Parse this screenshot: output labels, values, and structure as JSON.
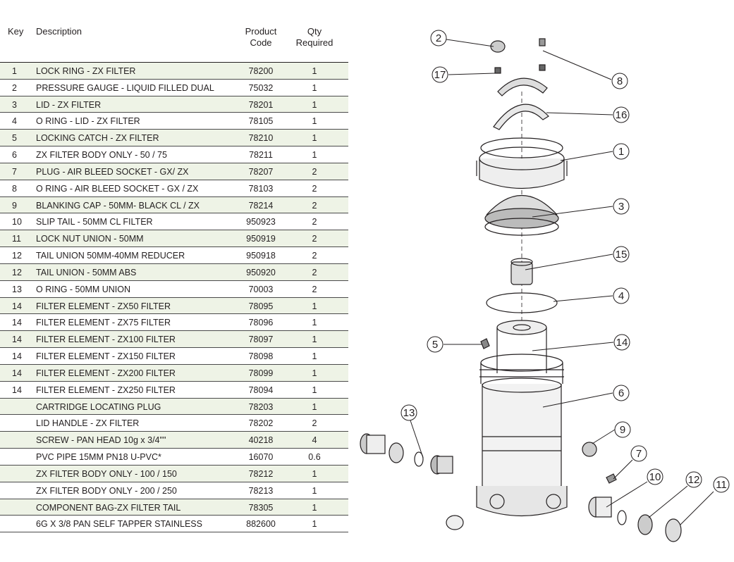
{
  "table": {
    "headers": {
      "key": "Key",
      "description": "Description",
      "code_line1": "Product",
      "code_line2": "Code",
      "qty_line1": "Qty",
      "qty_line2": "Required"
    },
    "rows": [
      {
        "key": "1",
        "description": "LOCK RING  - ZX FILTER",
        "code": "78200",
        "qty": "1"
      },
      {
        "key": "2",
        "description": "PRESSURE GAUGE - LIQUID FILLED DUAL",
        "code": "75032",
        "qty": "1"
      },
      {
        "key": "3",
        "description": "LID - ZX FILTER",
        "code": "78201",
        "qty": "1"
      },
      {
        "key": "4",
        "description": "O RING - LID  - ZX  FILTER",
        "code": "78105",
        "qty": "1"
      },
      {
        "key": "5",
        "description": "LOCKING CATCH - ZX FILTER",
        "code": "78210",
        "qty": "1"
      },
      {
        "key": "6",
        "description": "ZX FILTER BODY ONLY - 50 / 75",
        "code": "78211",
        "qty": "1"
      },
      {
        "key": "7",
        "description": "PLUG - AIR BLEED SOCKET -  GX/ ZX",
        "code": "78207",
        "qty": "2"
      },
      {
        "key": "8",
        "description": "O RING - AIR BLEED SOCKET -  GX / ZX",
        "code": "78103",
        "qty": "2"
      },
      {
        "key": "9",
        "description": "BLANKING CAP - 50MM- BLACK   CL / ZX",
        "code": "78214",
        "qty": "2"
      },
      {
        "key": "10",
        "description": "SLIP TAIL - 50MM   CL FILTER",
        "code": "950923",
        "qty": "2"
      },
      {
        "key": "11",
        "description": "LOCK NUT UNION  - 50MM",
        "code": "950919",
        "qty": "2"
      },
      {
        "key": "12",
        "description": "TAIL UNION 50MM-40MM REDUCER",
        "code": "950918",
        "qty": "2"
      },
      {
        "key": "12",
        "description": "TAIL UNION  - 50MM ABS",
        "code": "950920",
        "qty": "2"
      },
      {
        "key": "13",
        "description": "O RING - 50MM  UNION",
        "code": "70003",
        "qty": "2"
      },
      {
        "key": "14",
        "description": "FILTER ELEMENT  - ZX50 FILTER",
        "code": "78095",
        "qty": "1"
      },
      {
        "key": "14",
        "description": "FILTER ELEMENT  - ZX75 FILTER",
        "code": "78096",
        "qty": "1"
      },
      {
        "key": "14",
        "description": "FILTER ELEMENT  - ZX100 FILTER",
        "code": "78097",
        "qty": "1"
      },
      {
        "key": "14",
        "description": "FILTER ELEMENT  - ZX150 FILTER",
        "code": "78098",
        "qty": "1"
      },
      {
        "key": "14",
        "description": "FILTER ELEMENT  - ZX200 FILTER",
        "code": "78099",
        "qty": "1"
      },
      {
        "key": "14",
        "description": "FILTER ELEMENT  - ZX250 FILTER",
        "code": "78094",
        "qty": "1"
      },
      {
        "key": "",
        "description": "CARTRIDGE LOCATING PLUG",
        "code": "78203",
        "qty": "1"
      },
      {
        "key": "",
        "description": "LID HANDLE - ZX FILTER",
        "code": "78202",
        "qty": "2"
      },
      {
        "key": "",
        "description": "SCREW - PAN HEAD 10g x 3/4\"\"",
        "code": "40218",
        "qty": "4"
      },
      {
        "key": "",
        "description": "PVC PIPE  15MM PN18  U-PVC*",
        "code": "16070",
        "qty": "0.6"
      },
      {
        "key": "",
        "description": "ZX FILTER BODY ONLY  - 100 / 150",
        "code": "78212",
        "qty": "1"
      },
      {
        "key": "",
        "description": "ZX FILTER BODY ONLY  - 200 / 250",
        "code": "78213",
        "qty": "1"
      },
      {
        "key": "",
        "description": "COMPONENT BAG-ZX FILTER TAIL",
        "code": "78305",
        "qty": "1"
      },
      {
        "key": "",
        "description": "6G X 3/8 PAN SELF TAPPER STAINLESS",
        "code": "882600",
        "qty": "1"
      }
    ]
  },
  "diagram": {
    "callouts": {
      "c1": "1",
      "c2": "2",
      "c3": "3",
      "c4": "4",
      "c5": "5",
      "c6": "6",
      "c7": "7",
      "c8": "8",
      "c9": "9",
      "c10": "10",
      "c11": "11",
      "c12": "12",
      "c13": "13",
      "c14": "14",
      "c15": "15",
      "c16": "16",
      "c17": "17"
    }
  }
}
